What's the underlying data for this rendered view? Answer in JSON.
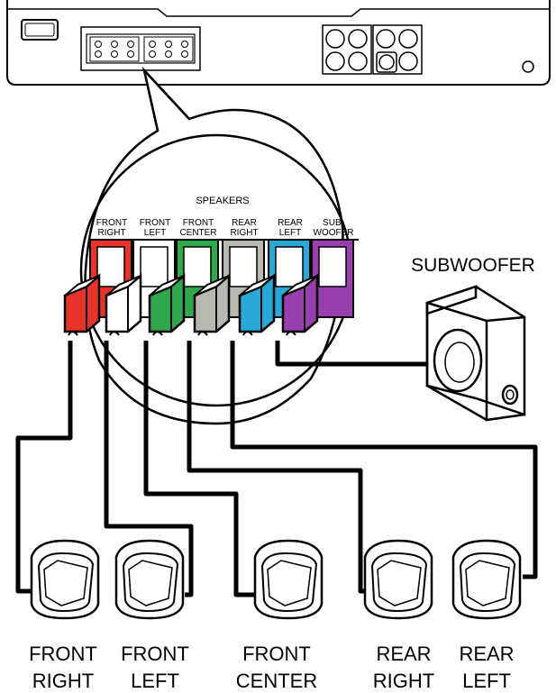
{
  "panel_title": "SPEAKERS",
  "terminals": [
    {
      "line1": "FRONT",
      "line2": "RIGHT",
      "color": "#e8332a"
    },
    {
      "line1": "FRONT",
      "line2": "LEFT",
      "color": "#ffffff"
    },
    {
      "line1": "FRONT",
      "line2": "CENTER",
      "color": "#2ea84a"
    },
    {
      "line1": "REAR",
      "line2": "RIGHT",
      "color": "#b8b8b0"
    },
    {
      "line1": "REAR",
      "line2": "LEFT",
      "color": "#2aa8d8"
    },
    {
      "line1": "SUB-",
      "line2": "WOOFER",
      "color": "#9a3fb0"
    }
  ],
  "subwoofer_label": "SUBWOOFER",
  "speakers": [
    {
      "line1": "FRONT",
      "line2": "RIGHT"
    },
    {
      "line1": "FRONT",
      "line2": "LEFT"
    },
    {
      "line1": "FRONT",
      "line2": "CENTER"
    },
    {
      "line1": "REAR",
      "line2": "RIGHT"
    },
    {
      "line1": "REAR",
      "line2": "LEFT"
    }
  ]
}
